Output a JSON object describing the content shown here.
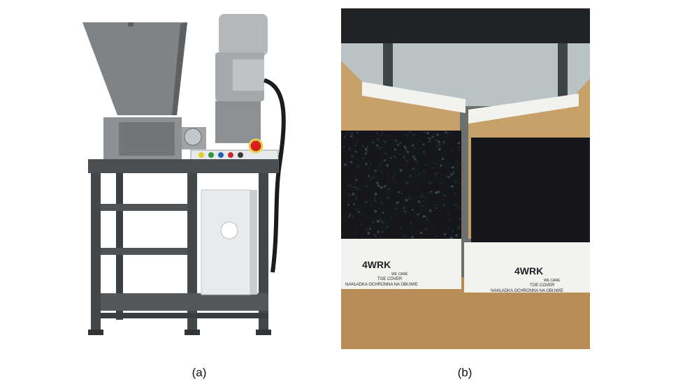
{
  "figure": {
    "panel_a": {
      "caption": "(a)",
      "icons": [
        "shredder-machine-icon",
        "control-panel-icon",
        "emergency-stop-icon"
      ],
      "colors": {
        "hopper": "#7d8184",
        "frame": "#4a4d50",
        "motor": "#a9adaf",
        "cabinet": "#e9ecee",
        "estop": "#d61f1f"
      }
    },
    "panel_b": {
      "caption": "(b)",
      "box_left": {
        "brand": "4WRK",
        "tagline": "WE CARE",
        "line1": "TOE COVER",
        "line2": "NAKŁADKA OCHRONNA NA OBUWIE"
      },
      "box_right": {
        "brand": "4WRK",
        "tagline": "WE CARE",
        "line1": "TOE COVER",
        "line2": "NAKŁADKA OCHRONNA NA OBUWIE"
      },
      "colors": {
        "cardboard": "#c69a62",
        "box_white": "#f2f2ef",
        "granulate": "#15171b"
      }
    }
  }
}
